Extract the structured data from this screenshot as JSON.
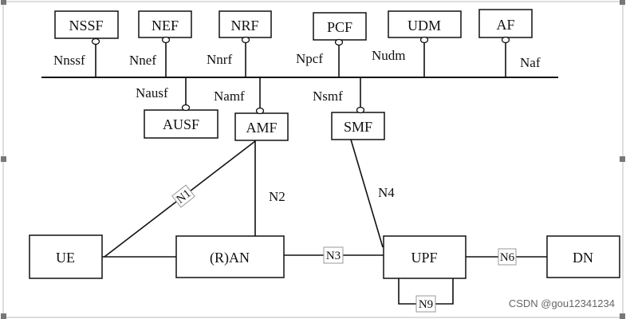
{
  "nf": {
    "nssf": "NSSF",
    "nef": "NEF",
    "nrf": "NRF",
    "pcf": "PCF",
    "udm": "UDM",
    "af": "AF",
    "ausf": "AUSF",
    "amf": "AMF",
    "smf": "SMF",
    "ue": "UE",
    "ran": "(R)AN",
    "upf": "UPF",
    "dn": "DN"
  },
  "interfaces": {
    "nnssf": "Nnssf",
    "nnef": "Nnef",
    "nnrf": "Nnrf",
    "npcf": "Npcf",
    "nudm": "Nudm",
    "naf": "Naf",
    "nausf": "Nausf",
    "namf": "Namf",
    "nsmf": "Nsmf",
    "n1": "N1",
    "n2": "N2",
    "n3": "N3",
    "n4": "N4",
    "n6": "N6",
    "n9": "N9"
  },
  "watermark": "CSDN @gou12341234"
}
